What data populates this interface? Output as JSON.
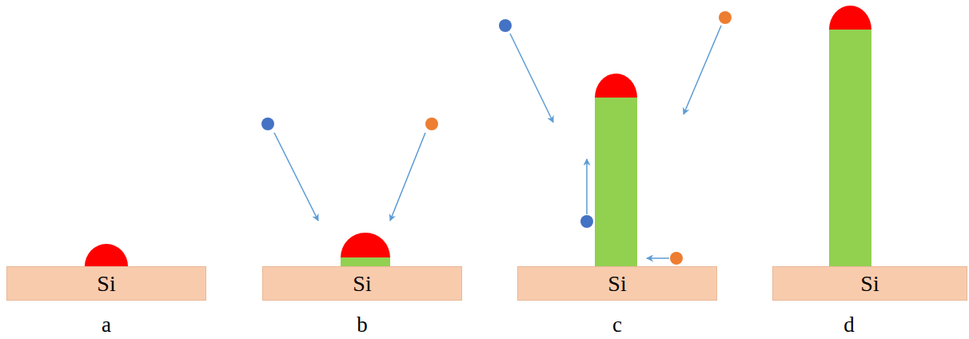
{
  "diagram": {
    "nodes": [
      {
        "text": [
          "Si"
        ]
      },
      {
        "text": [
          "Si"
        ]
      },
      {
        "text": [
          "Si"
        ]
      },
      {
        "text": [
          "Si"
        ]
      }
    ],
    "labels": [
      "a",
      "b",
      "c",
      "d"
    ]
  }
}
